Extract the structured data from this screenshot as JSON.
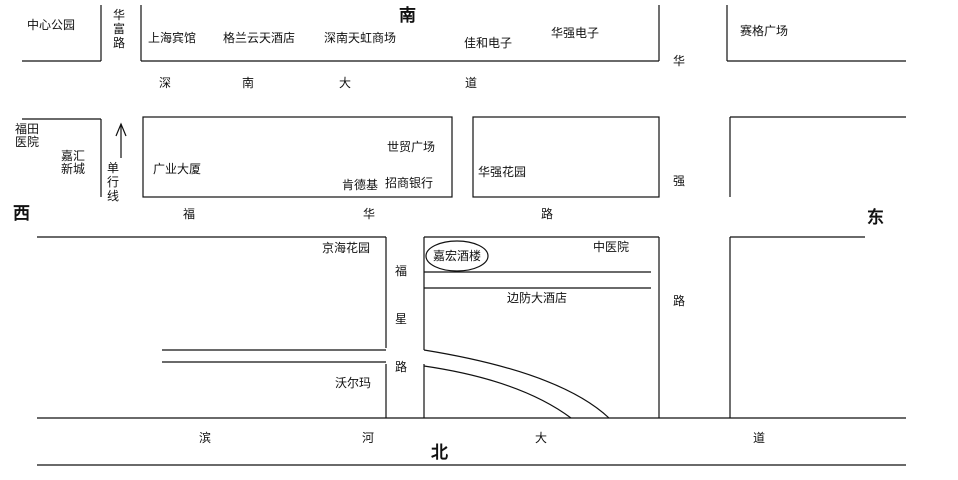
{
  "directions": {
    "north": "北",
    "south": "南",
    "east": "东",
    "west": "西"
  },
  "roads": {
    "shennan": [
      "深",
      "南",
      "大",
      "道"
    ],
    "fuhua": [
      "福",
      "华",
      "路"
    ],
    "binhe": [
      "滨",
      "河",
      "大",
      "道"
    ],
    "huaqiang": [
      "华",
      "强",
      "路"
    ],
    "fuxing": [
      "福",
      "星",
      "路"
    ],
    "huafu": "华富路",
    "oneway": "单行线"
  },
  "places": {
    "zhongxin_park": "中心公园",
    "shanghai_hotel": "上海宾馆",
    "gelan_hotel": "格兰云天酒店",
    "shennan_tianhong": "深南天虹商场",
    "jiahe": "佳和电子",
    "huaqiang_elec": "华强电子",
    "saige": "赛格广场",
    "futian_hospital": "福田医院",
    "jiahui": "嘉汇新城",
    "guangye": "广业大厦",
    "world_trade": "世贸广场",
    "kfc": "肯德基",
    "cmb": "招商银行",
    "huaqiang_garden": "华强花园",
    "jinghai": "京海花园",
    "jiahong": "嘉宏酒楼",
    "tcm_hospital": "中医院",
    "border_hotel": "边防大酒店",
    "walmart": "沃尔玛"
  },
  "colors": {
    "line": "#111111",
    "background": "#ffffff"
  }
}
